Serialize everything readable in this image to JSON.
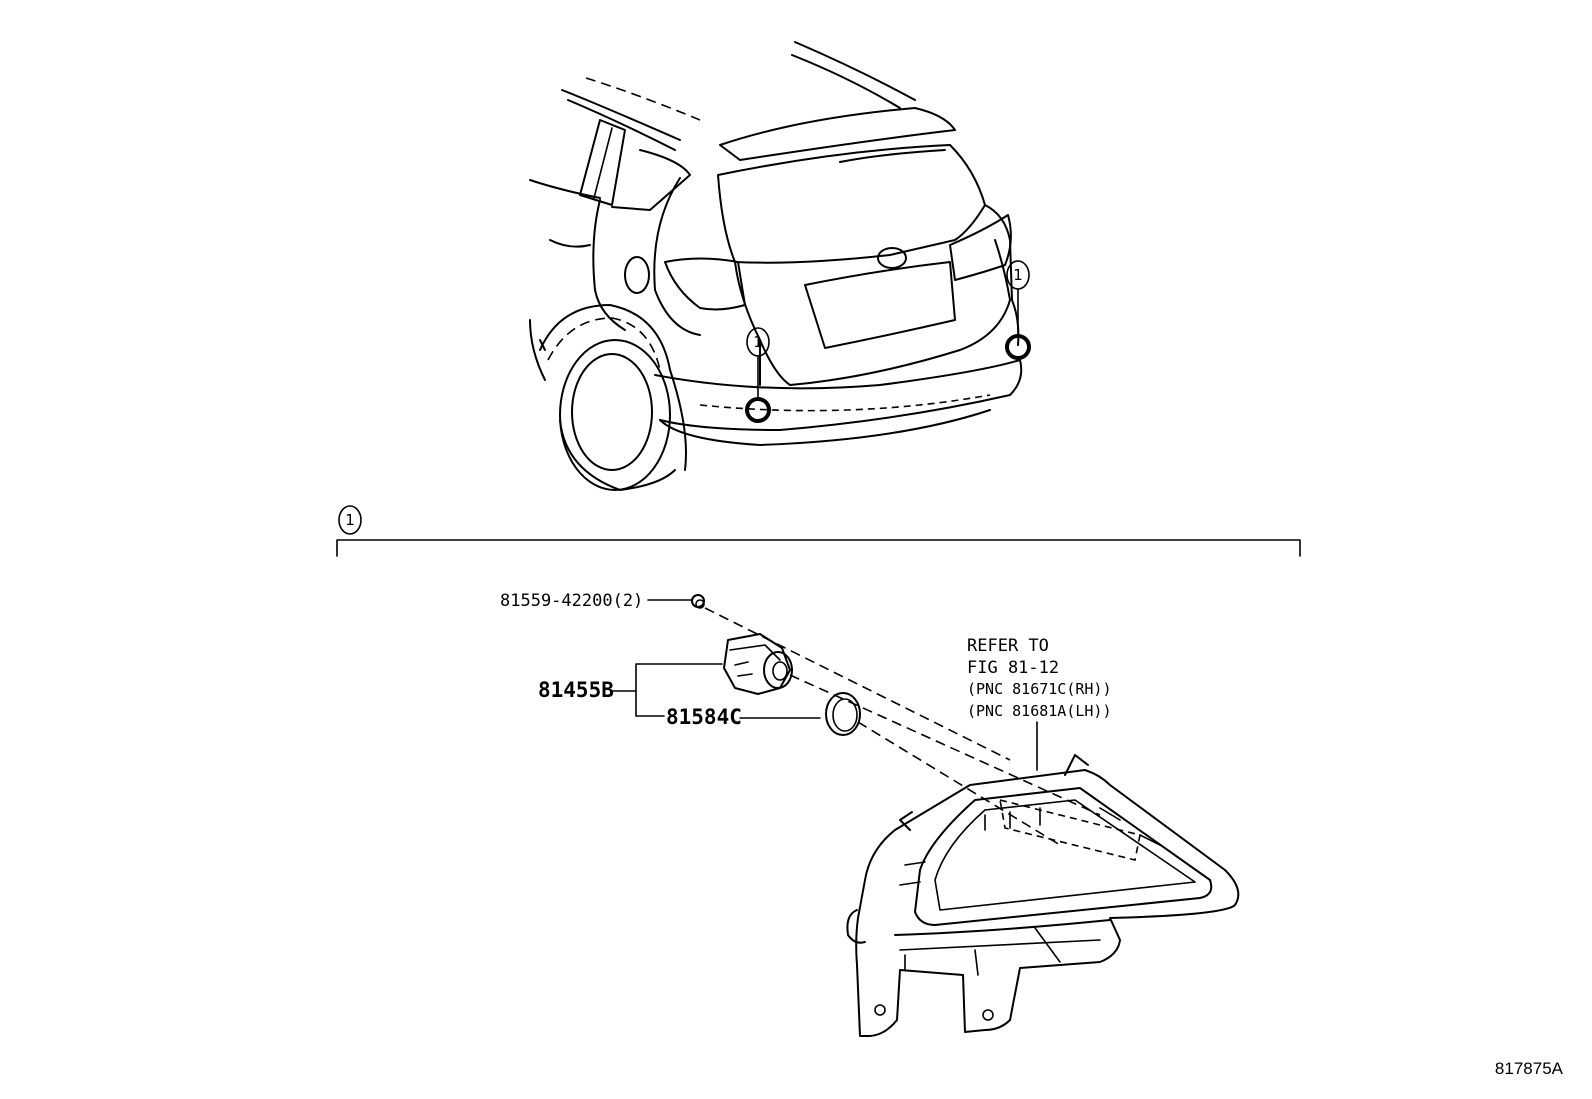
{
  "callouts": {
    "callout_1_text": "1"
  },
  "parts": {
    "clip_label": "81559-42200(2)",
    "socket_label": "81455B",
    "gasket_label": "81584C"
  },
  "reference": {
    "line1": "REFER TO",
    "line2": "FIG 81-12",
    "line3": "(PNC 81671C(RH))",
    "line4": "(PNC 81681A(LH))"
  },
  "illustration_code": "817875A",
  "icons": {
    "callout": "circled-number-icon",
    "location_marker": "ring-marker-icon"
  },
  "colors": {
    "line": "#000000",
    "background": "#ffffff"
  }
}
